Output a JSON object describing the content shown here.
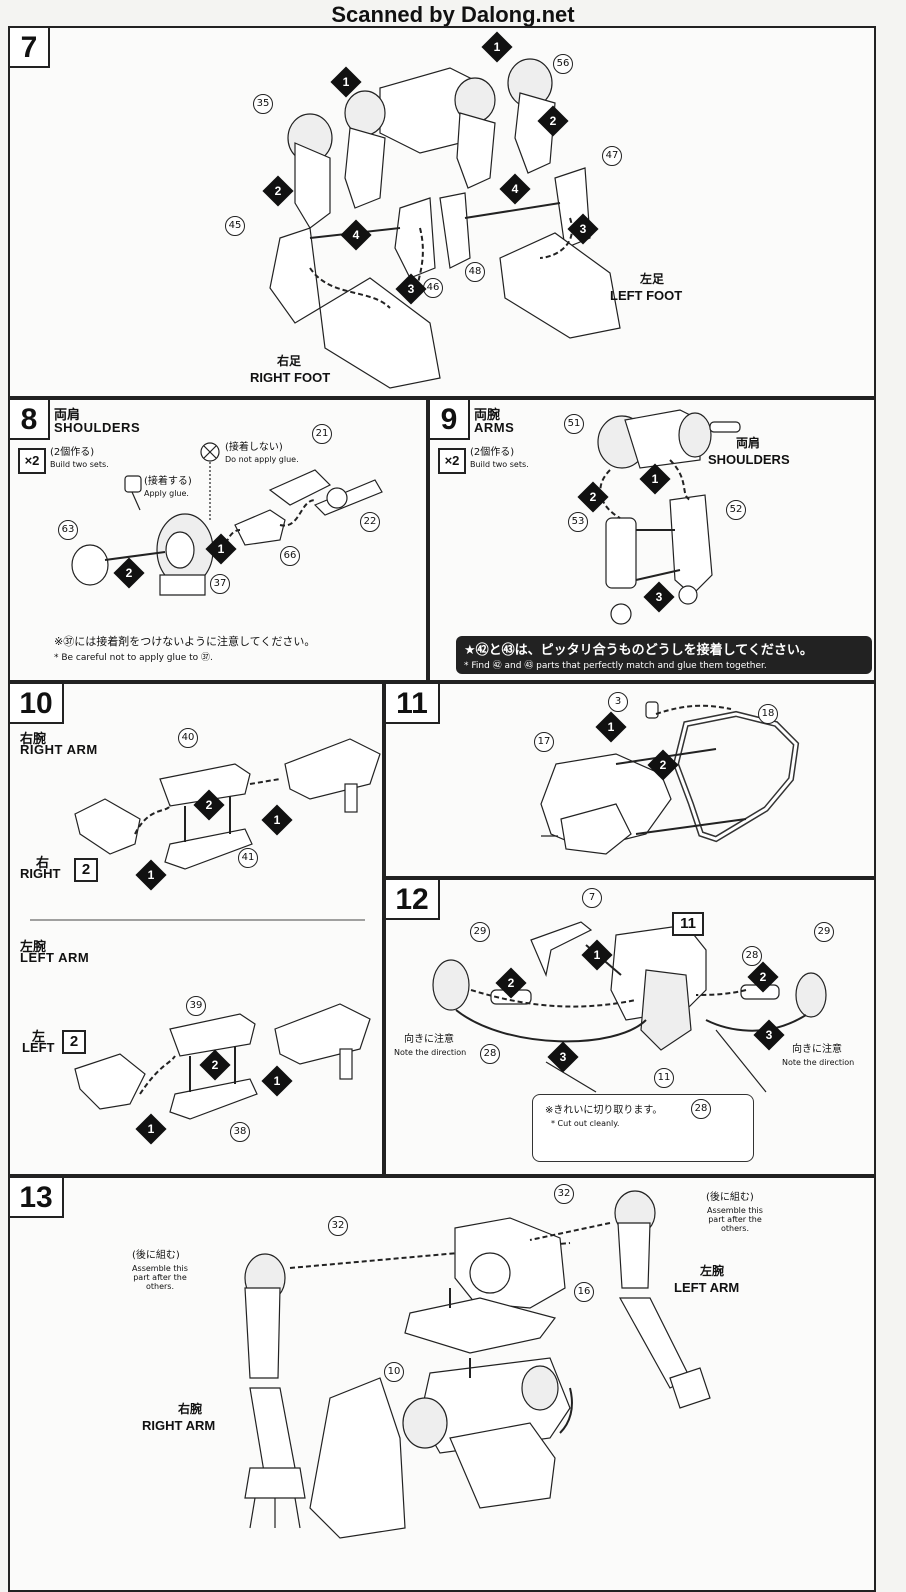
{
  "header": {
    "scan_credit": "Scanned by Dalong.net"
  },
  "step7": {
    "number": "7",
    "parts": [
      "35",
      "56",
      "47",
      "45",
      "46",
      "48"
    ],
    "substeps": [
      "1",
      "2",
      "3",
      "4"
    ],
    "right_foot_jp": "右足",
    "right_foot_en": "RIGHT FOOT",
    "left_foot_jp": "左足",
    "left_foot_en": "LEFT FOOT"
  },
  "step8": {
    "number": "8",
    "title_jp": "両肩",
    "title_en": "SHOULDERS",
    "multiplier": "×2",
    "make_jp": "(2個作る)",
    "make_en": "Build two sets.",
    "glue_jp": "(接着する)",
    "glue_en": "Apply glue.",
    "noglue_jp": "(接着しない)",
    "noglue_en": "Do not apply glue.",
    "parts": [
      "63",
      "37",
      "66",
      "21",
      "22"
    ],
    "note_jp": "※㊲には接着剤をつけないように注意してください。",
    "note_en": "* Be careful not to apply glue to ㊲."
  },
  "step9": {
    "number": "9",
    "title_jp": "両腕",
    "title_en": "ARMS",
    "multiplier": "×2",
    "make_jp": "(2個作る)",
    "make_en": "Build two sets.",
    "shoulders_jp": "両肩",
    "shoulders_en": "SHOULDERS",
    "parts": [
      "51",
      "53",
      "52"
    ],
    "note_jp": "★㊷と㊸は、ピッタリ合うものどうしを接着してください。",
    "note_en": "* Find ㊷ and ㊸ parts that perfectly match and glue them together."
  },
  "step10": {
    "number": "10",
    "right_title_jp": "右腕",
    "right_title_en": "RIGHT ARM",
    "right_hand_jp": "右",
    "right_hand_en": "RIGHT",
    "right_box": "2",
    "right_parts": [
      "40",
      "41"
    ],
    "left_title_jp": "左腕",
    "left_title_en": "LEFT ARM",
    "left_hand_jp": "左",
    "left_hand_en": "LEFT",
    "left_box": "2",
    "left_parts": [
      "39",
      "38"
    ]
  },
  "step11": {
    "number": "11",
    "parts": [
      "3",
      "18",
      "17"
    ]
  },
  "step12": {
    "number": "12",
    "parts": [
      "7",
      "29",
      "28",
      "11",
      "28b",
      "29b"
    ],
    "subassembly": "11",
    "direction_jp": "向きに注意",
    "direction_en": "Note the direction",
    "cut_jp": "※きれいに切り取ります。",
    "cut_en": "* Cut out cleanly.",
    "cut_part": "28"
  },
  "step13": {
    "number": "13",
    "parts": [
      "32",
      "32b",
      "16",
      "10"
    ],
    "later_jp": "(後に組む)",
    "later_en": "Assemble this part after the others.",
    "right_arm_jp": "右腕",
    "right_arm_en": "RIGHT ARM",
    "left_arm_jp": "左腕",
    "left_arm_en": "LEFT ARM"
  }
}
